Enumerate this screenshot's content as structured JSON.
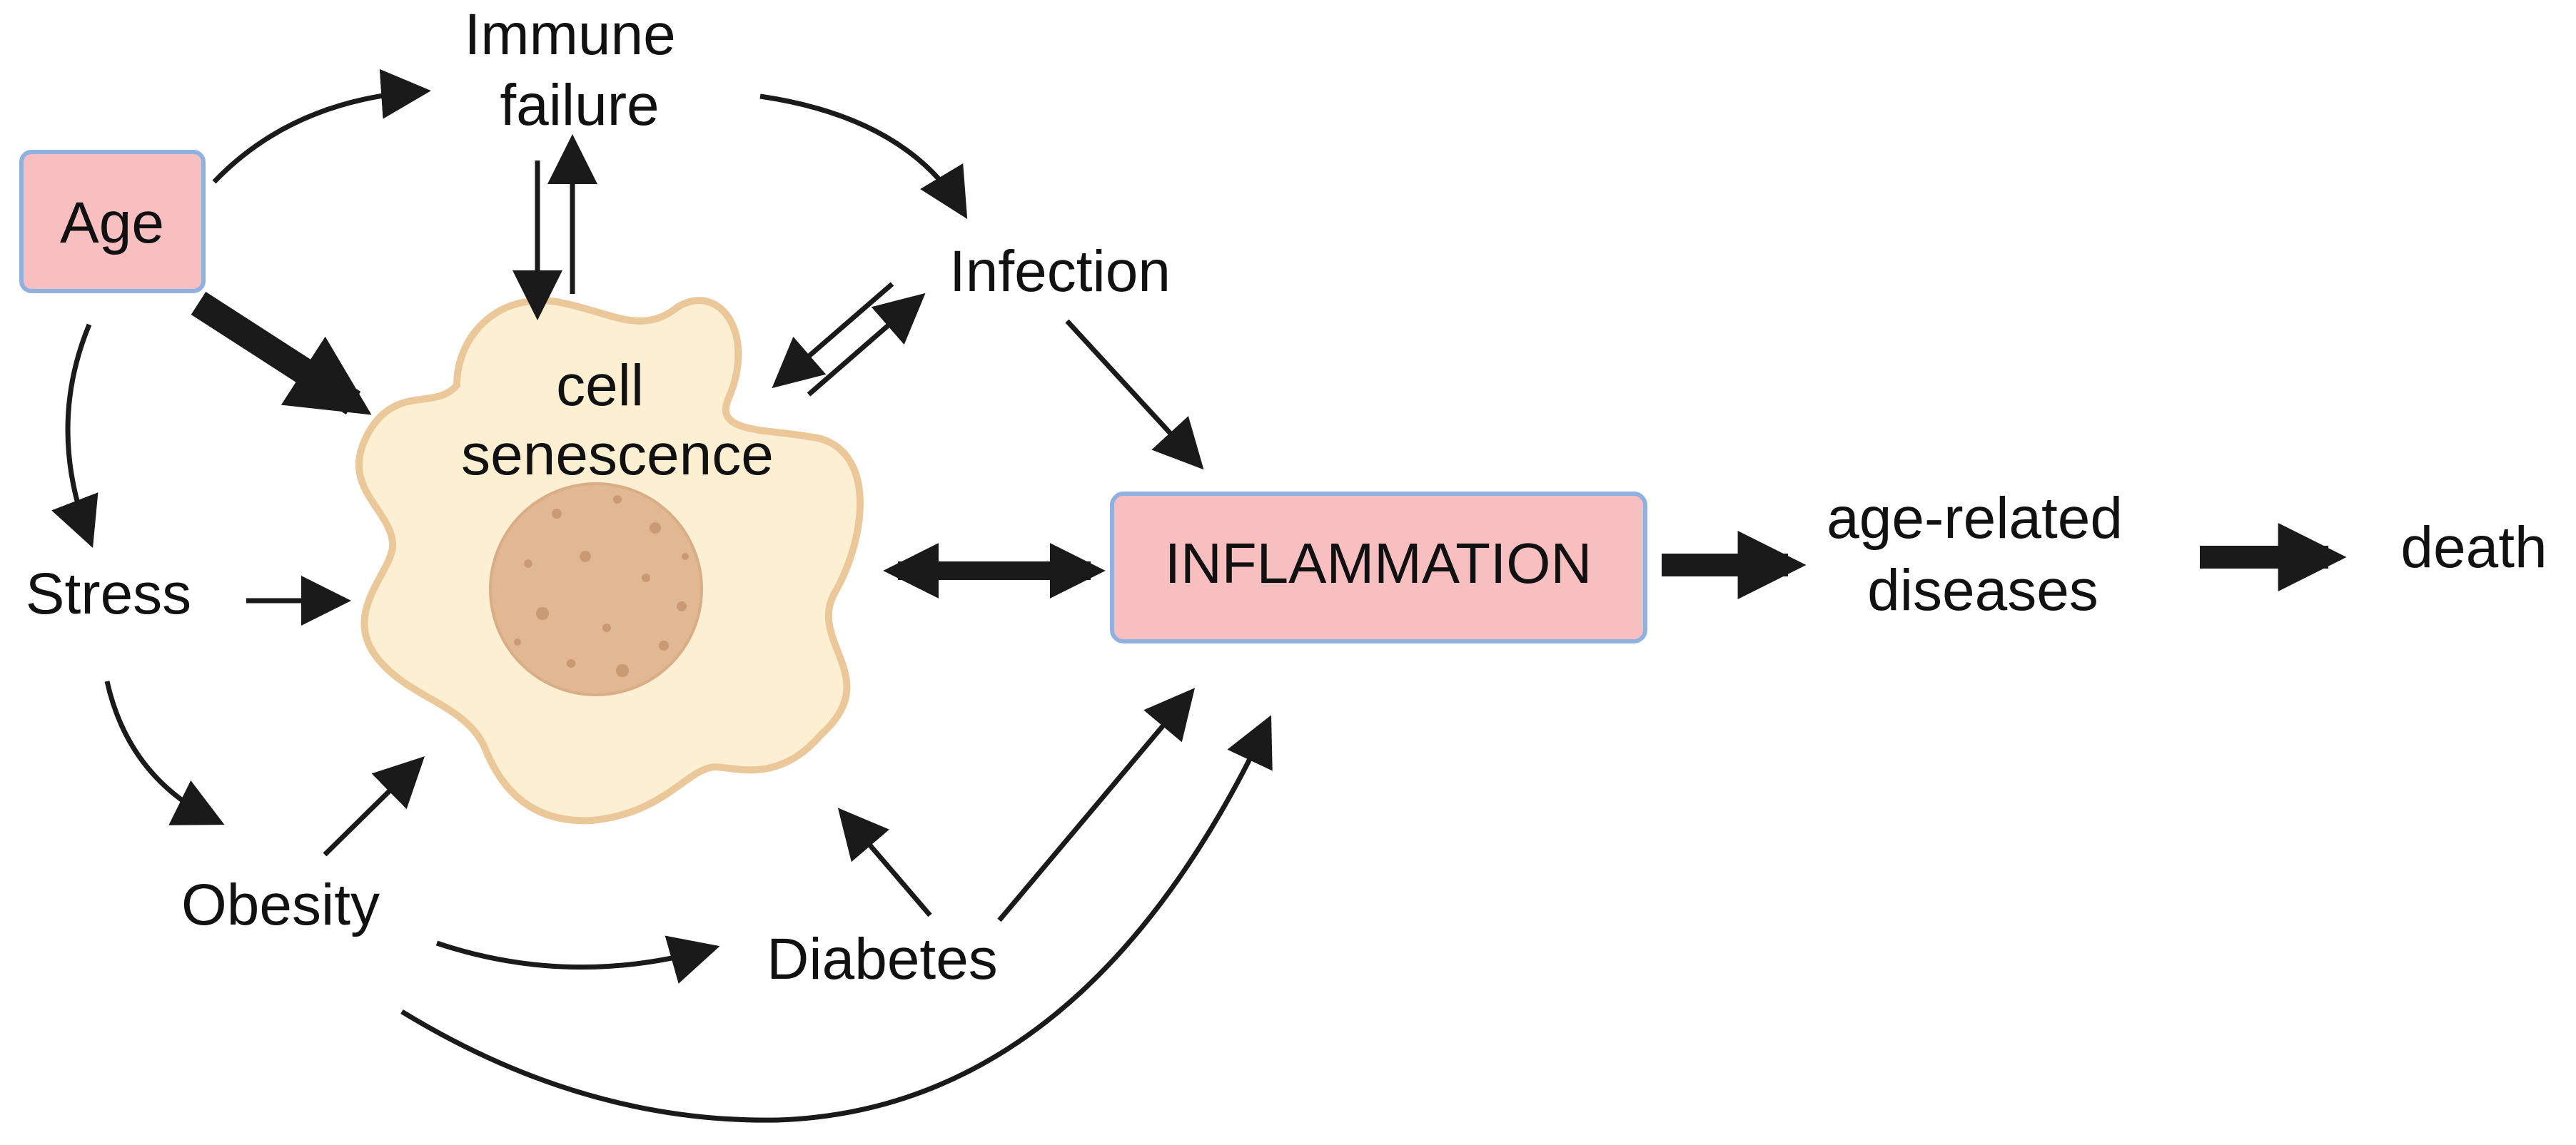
{
  "nodes": {
    "age": "Age",
    "immune_failure": [
      "Immune",
      "failure"
    ],
    "infection": "Infection",
    "cell_senescence": [
      "cell",
      "senescence"
    ],
    "stress": "Stress",
    "inflammation": "INFLAMMATION",
    "age_related_diseases": [
      "age-related",
      "diseases"
    ],
    "death": "death",
    "obesity": "Obesity",
    "diabetes": "Diabetes"
  },
  "edges": [
    {
      "from": "Age",
      "to": "Immune failure"
    },
    {
      "from": "Age",
      "to": "cell senescence",
      "weight": "strong"
    },
    {
      "from": "Age",
      "to": "Stress"
    },
    {
      "from": "Immune failure",
      "to": "cell senescence"
    },
    {
      "from": "cell senescence",
      "to": "Immune failure"
    },
    {
      "from": "Immune failure",
      "to": "Infection"
    },
    {
      "from": "Infection",
      "to": "cell senescence"
    },
    {
      "from": "cell senescence",
      "to": "Infection"
    },
    {
      "from": "Infection",
      "to": "INFLAMMATION"
    },
    {
      "from": "Stress",
      "to": "cell senescence"
    },
    {
      "from": "cell senescence",
      "to": "INFLAMMATION",
      "bidirectional": true,
      "weight": "strong"
    },
    {
      "from": "INFLAMMATION",
      "to": "age-related diseases",
      "weight": "strong"
    },
    {
      "from": "age-related diseases",
      "to": "death",
      "weight": "strong"
    },
    {
      "from": "Stress",
      "to": "Obesity"
    },
    {
      "from": "Obesity",
      "to": "cell senescence"
    },
    {
      "from": "Obesity",
      "to": "Diabetes"
    },
    {
      "from": "Diabetes",
      "to": "cell senescence"
    },
    {
      "from": "Diabetes",
      "to": "INFLAMMATION"
    },
    {
      "from": "Obesity",
      "to": "INFLAMMATION"
    }
  ],
  "colors": {
    "box_fill": "#f8bfc0",
    "box_border": "#8fb1e0",
    "cell_fill": "#fdf0d2",
    "cell_border": "#ebc89a",
    "nucleus_fill": "#e1b891",
    "nucleus_dots": "#c99b74",
    "arrow": "#1a1a1a",
    "text": "#111111"
  }
}
